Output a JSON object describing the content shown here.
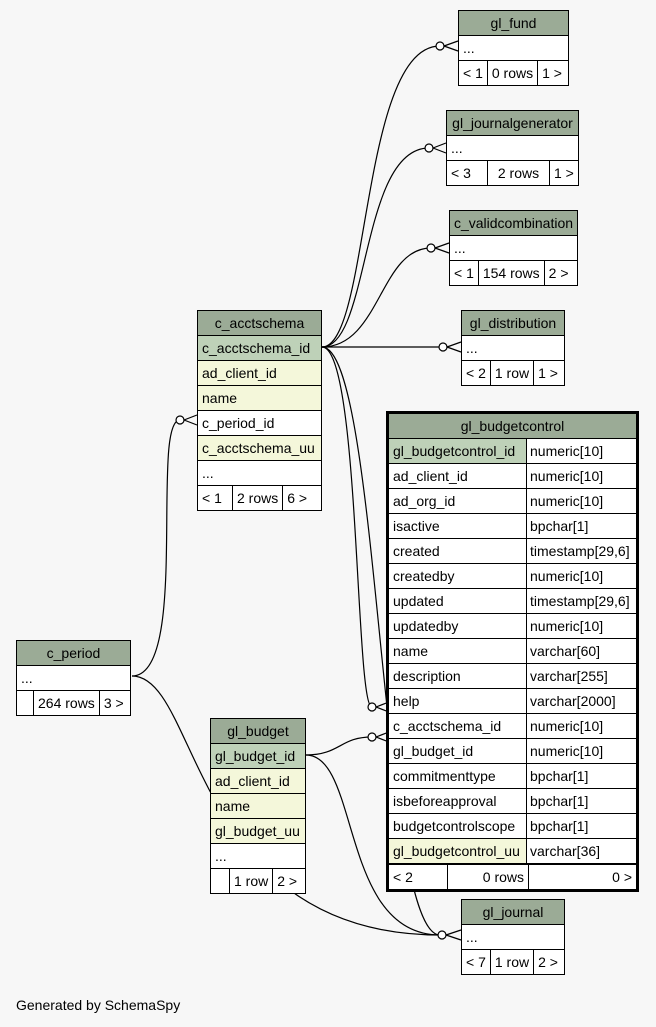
{
  "footer_text": "Generated by SchemaSpy",
  "colors": {
    "header": "#9bab96",
    "primary_key": "#bed1b8",
    "indexed": "#f4f7da",
    "background": "#f7f7f7"
  },
  "tables": {
    "gl_fund": {
      "name": "gl_fund",
      "rows": [
        "..."
      ],
      "footer": [
        "< 1",
        "0 rows",
        "1 >"
      ]
    },
    "gl_journalgenerator": {
      "name": "gl_journalgenerator",
      "rows": [
        "..."
      ],
      "footer": [
        "< 3",
        "2 rows",
        "1 >"
      ]
    },
    "c_validcombination": {
      "name": "c_validcombination",
      "rows": [
        "..."
      ],
      "footer": [
        "< 1",
        "154 rows",
        "2 >"
      ]
    },
    "gl_distribution": {
      "name": "gl_distribution",
      "rows": [
        "..."
      ],
      "footer": [
        "< 2",
        "1 row",
        "1 >"
      ]
    },
    "c_acctschema": {
      "name": "c_acctschema",
      "rows": [
        "c_acctschema_id",
        "ad_client_id",
        "name",
        "c_period_id",
        "c_acctschema_uu",
        "..."
      ],
      "footer": [
        "< 1",
        "2 rows",
        "6 >"
      ]
    },
    "c_period": {
      "name": "c_period",
      "rows": [
        "..."
      ],
      "footer": [
        "",
        "264 rows",
        "3 >"
      ]
    },
    "gl_budget": {
      "name": "gl_budget",
      "rows": [
        "gl_budget_id",
        "ad_client_id",
        "name",
        "gl_budget_uu",
        "..."
      ],
      "footer": [
        "",
        "1 row",
        "2 >"
      ]
    },
    "gl_journal": {
      "name": "gl_journal",
      "rows": [
        "..."
      ],
      "footer": [
        "< 7",
        "1 row",
        "2 >"
      ]
    },
    "gl_budgetcontrol": {
      "name": "gl_budgetcontrol",
      "columns": [
        {
          "name": "gl_budgetcontrol_id",
          "type": "numeric[10]"
        },
        {
          "name": "ad_client_id",
          "type": "numeric[10]"
        },
        {
          "name": "ad_org_id",
          "type": "numeric[10]"
        },
        {
          "name": "isactive",
          "type": "bpchar[1]"
        },
        {
          "name": "created",
          "type": "timestamp[29,6]"
        },
        {
          "name": "createdby",
          "type": "numeric[10]"
        },
        {
          "name": "updated",
          "type": "timestamp[29,6]"
        },
        {
          "name": "updatedby",
          "type": "numeric[10]"
        },
        {
          "name": "name",
          "type": "varchar[60]"
        },
        {
          "name": "description",
          "type": "varchar[255]"
        },
        {
          "name": "help",
          "type": "varchar[2000]"
        },
        {
          "name": "c_acctschema_id",
          "type": "numeric[10]"
        },
        {
          "name": "gl_budget_id",
          "type": "numeric[10]"
        },
        {
          "name": "commitmenttype",
          "type": "bpchar[1]"
        },
        {
          "name": "isbeforeapproval",
          "type": "bpchar[1]"
        },
        {
          "name": "budgetcontrolscope",
          "type": "bpchar[1]"
        },
        {
          "name": "gl_budgetcontrol_uu",
          "type": "varchar[36]"
        }
      ],
      "footer": [
        "< 2",
        "0 rows",
        "0 >"
      ]
    }
  }
}
